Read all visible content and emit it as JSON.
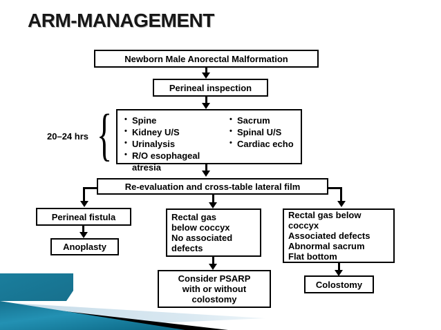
{
  "slide": {
    "title": "ARM-MANAGEMENT",
    "accent_teal": "#1b7fa0",
    "accent_light_blue": "#cfe1ec",
    "accent_black": "#000000"
  },
  "flowchart": {
    "nodes": {
      "start": "Newborn Male  Anorectal Malformation",
      "inspection": "Perineal inspection",
      "reevaluation": "Re-evaluation and cross-table lateral film",
      "perineal_fistula": "Perineal fistula",
      "anoplasty": "Anoplasty",
      "rectal_gas_no_defects": [
        "Rectal gas",
        "below coccyx",
        "No associated",
        "defects"
      ],
      "psarp": [
        "Consider PSARP",
        "with or without",
        "colostomy"
      ],
      "rectal_gas_with_defects": [
        "Rectal gas below",
        "coccyx",
        "Associated defects",
        "Abnormal sacrum",
        "Flat bottom"
      ],
      "colostomy": "Colostomy"
    },
    "workup": {
      "timing_label": "20–24 hrs",
      "left_items": [
        "Spine",
        "Kidney U/S",
        "Urinalysis",
        "R/O esophageal\natresia"
      ],
      "right_items": [
        "Sacrum",
        "Spinal U/S",
        "Cardiac echo"
      ]
    }
  }
}
